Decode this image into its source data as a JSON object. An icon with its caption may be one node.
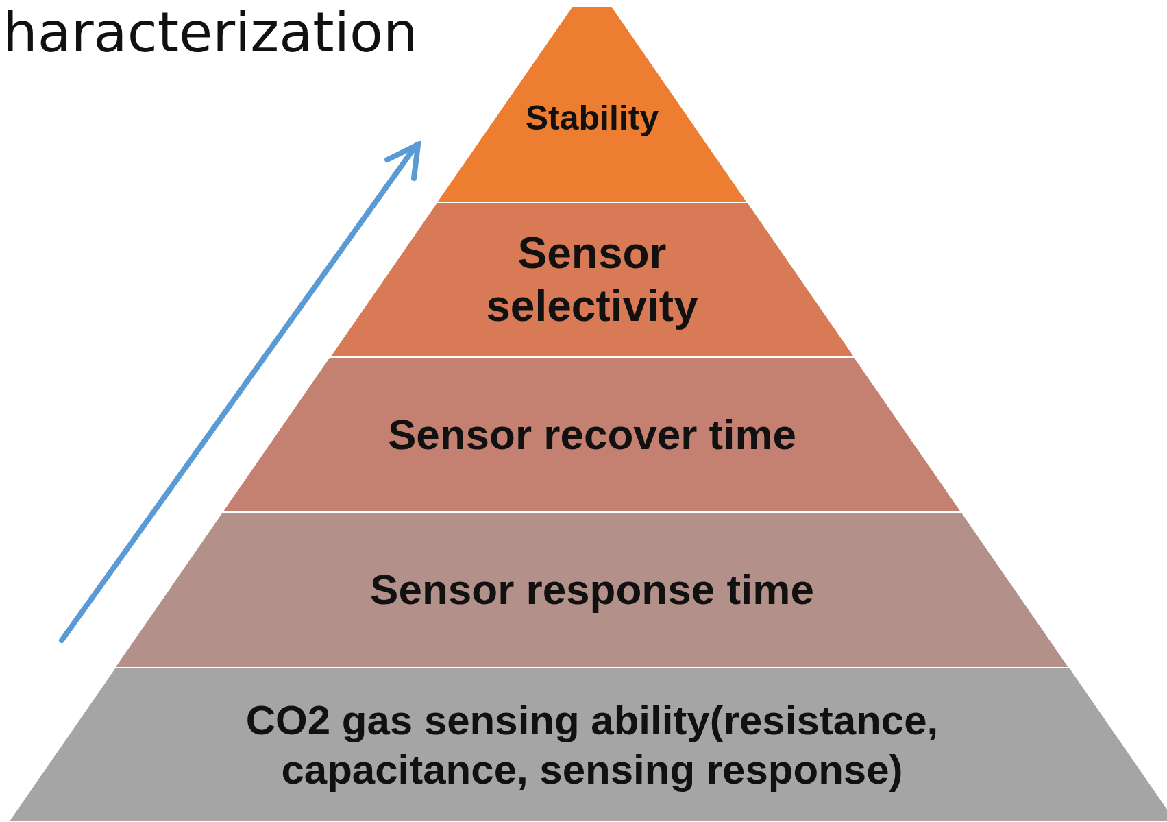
{
  "diagram": {
    "title": "haracterization",
    "nodes": [
      {
        "text": [
          "Stability"
        ]
      },
      {
        "text": [
          "Sensor selectivity"
        ]
      },
      {
        "text": [
          "Sensor recover time"
        ]
      },
      {
        "text": [
          "Sensor response time"
        ]
      },
      {
        "text": [
          "CO2 gas sensing ability(resistance, capacitance, sensing response)"
        ]
      }
    ],
    "edges": []
  }
}
